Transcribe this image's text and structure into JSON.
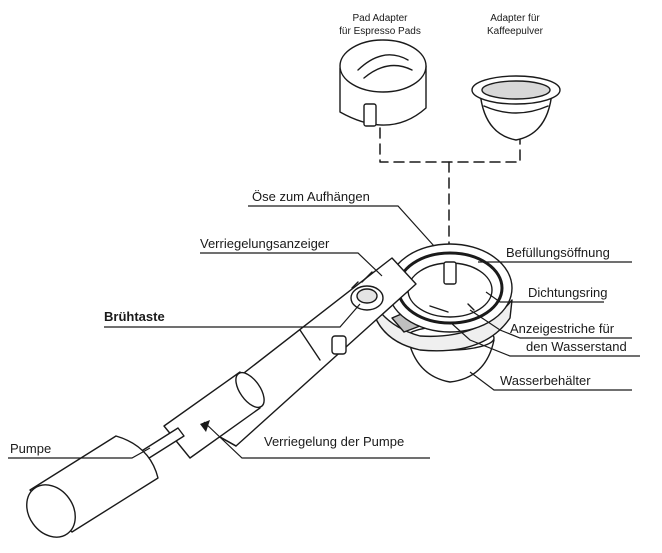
{
  "adapters": {
    "pad_line1": "Pad Adapter",
    "pad_line2": "für Espresso Pads",
    "coffee_line1": "Adapter für",
    "coffee_line2": "Kaffeepulver"
  },
  "labels": {
    "hanging_eyelet": "Öse zum Aufhängen",
    "lock_indicator": "Verriegelungsanzeiger",
    "fill_opening": "Befüllungsöffnung",
    "brew_button": "Brühtaste",
    "sealing_ring": "Dichtungsring",
    "water_level_1": "Anzeigestriche für",
    "water_level_2": "den Wasserstand",
    "water_tank": "Wasserbehälter",
    "pump_lock": "Verriegelung der Pumpe",
    "pump": "Pumpe"
  },
  "colors": {
    "line": "#1a1a1a",
    "fill": "#ffffff",
    "shade": "#d8d8d8"
  }
}
